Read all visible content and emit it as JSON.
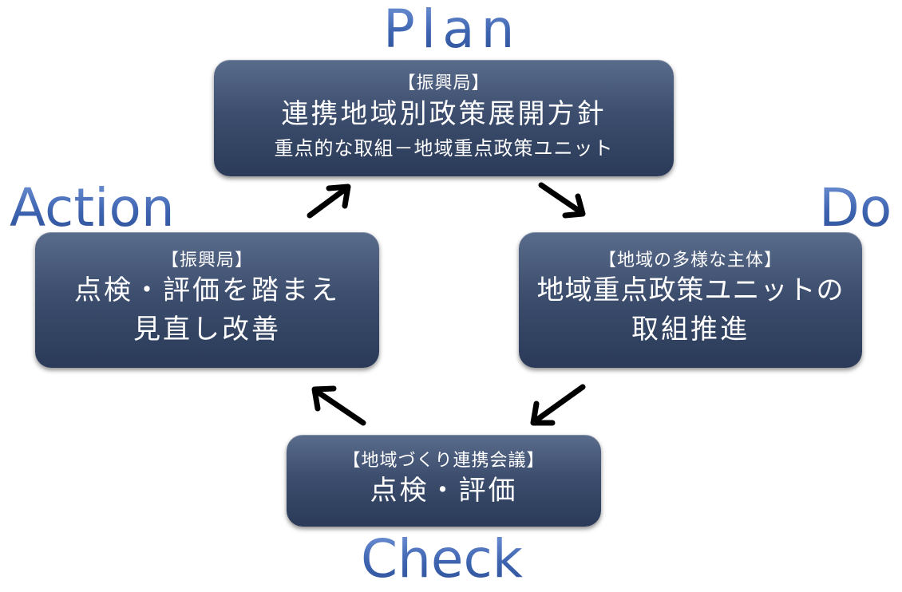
{
  "stages": {
    "plan": {
      "label": "Plan",
      "org": "【振興局】",
      "title": "連携地域別政策展開方針",
      "subtitle": "重点的な取組－地域重点政策ユニット"
    },
    "do": {
      "label": "Do",
      "org": "【地域の多様な主体】",
      "line1": "地域重点政策ユニットの",
      "line2": "取組推進"
    },
    "check": {
      "label": "Check",
      "org": "【地域づくり連携会議】",
      "title": "点検・評価"
    },
    "action": {
      "label": "Action",
      "org": "【振興局】",
      "line1": "点検・評価を踏まえ",
      "line2": "見直し改善"
    }
  },
  "colors": {
    "label_blue": "#3e64b0",
    "box_top": "#5a6c8c",
    "box_bottom": "#2a3a58",
    "arrow": "#000000"
  },
  "arrows": [
    "plan-to-do",
    "do-to-check",
    "check-to-action",
    "action-to-plan"
  ]
}
